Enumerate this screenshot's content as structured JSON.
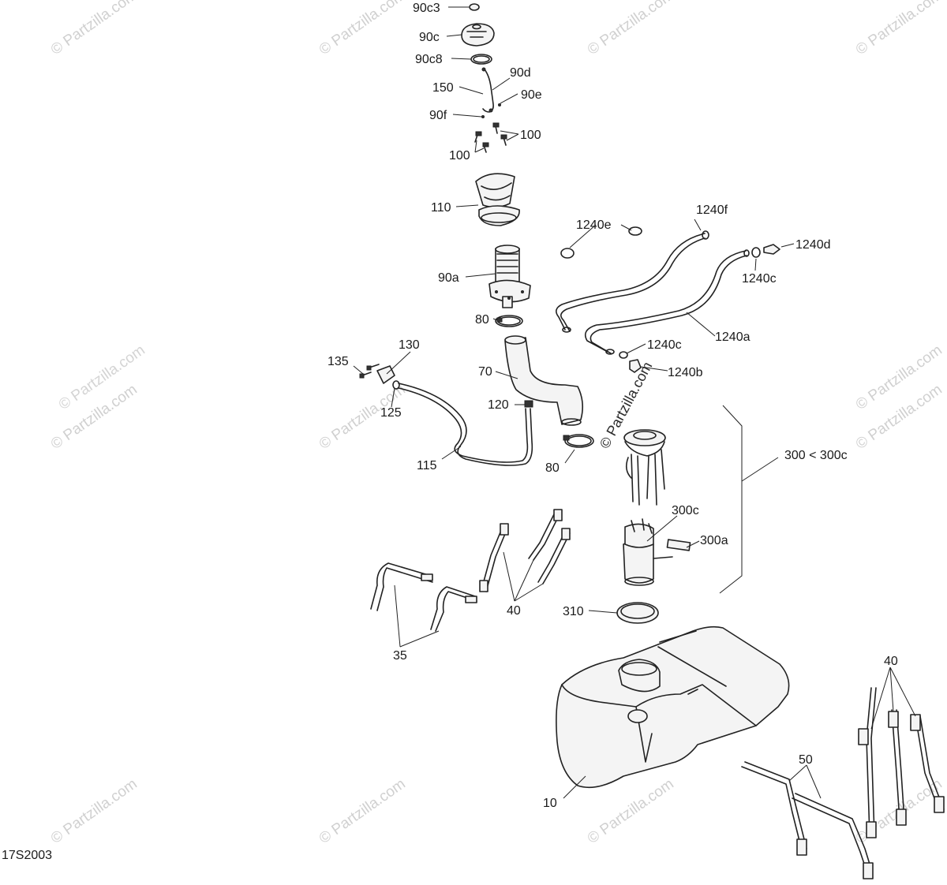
{
  "diagram_id": "17S2003",
  "watermark": "© Partzilla.com",
  "labels": {
    "l90c3": "90c3",
    "l90c": "90c",
    "l90c8": "90c8",
    "l150": "150",
    "l90d": "90d",
    "l90e": "90e",
    "l90f": "90f",
    "l100a": "100",
    "l100b": "100",
    "l110": "110",
    "l1240e": "1240e",
    "l1240f": "1240f",
    "l1240d": "1240d",
    "l1240c_top": "1240c",
    "l90a": "90a",
    "l80_top": "80",
    "l1240a": "1240a",
    "l1240c_mid": "1240c",
    "l1240b": "1240b",
    "l130": "130",
    "l135": "135",
    "l125": "125",
    "l70": "70",
    "l120": "120",
    "l115": "115",
    "l80_bot": "80",
    "l300": "300 < 300c",
    "l300c": "300c",
    "l300a": "300a",
    "l40_mid": "40",
    "l310": "310",
    "l35": "35",
    "l40_right": "40",
    "l50": "50",
    "l10": "10"
  }
}
